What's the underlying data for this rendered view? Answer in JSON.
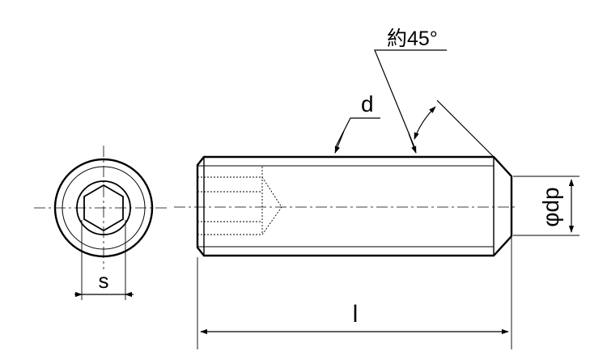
{
  "drawing": {
    "labels": {
      "angle_note": "約45°",
      "thread_diameter": "d",
      "point_diameter": "φdp",
      "hex_socket_size": "s",
      "length": "l"
    }
  }
}
